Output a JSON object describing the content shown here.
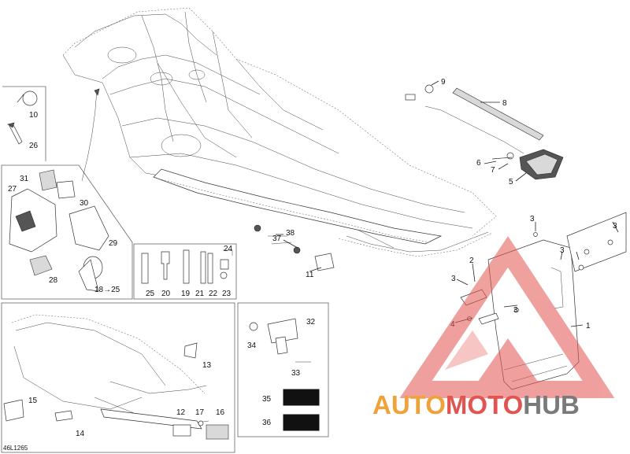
{
  "diagram": {
    "reference_code": "46L1265",
    "callouts": [
      {
        "id": "c1",
        "text": "1"
      },
      {
        "id": "c2",
        "text": "2"
      },
      {
        "id": "c3a",
        "text": "3"
      },
      {
        "id": "c3b",
        "text": "3"
      },
      {
        "id": "c3c",
        "text": "3"
      },
      {
        "id": "c3d",
        "text": "3"
      },
      {
        "id": "c3e",
        "text": "3"
      },
      {
        "id": "c4",
        "text": "4"
      },
      {
        "id": "c5",
        "text": "5"
      },
      {
        "id": "c6",
        "text": "6"
      },
      {
        "id": "c7",
        "text": "7"
      },
      {
        "id": "c8",
        "text": "8"
      },
      {
        "id": "c9",
        "text": "9"
      },
      {
        "id": "c10",
        "text": "10"
      },
      {
        "id": "c11",
        "text": "11"
      },
      {
        "id": "c12",
        "text": "12"
      },
      {
        "id": "c13",
        "text": "13"
      },
      {
        "id": "c14",
        "text": "14"
      },
      {
        "id": "c15",
        "text": "15"
      },
      {
        "id": "c16",
        "text": "16"
      },
      {
        "id": "c17",
        "text": "17"
      },
      {
        "id": "c18",
        "text": "18→25"
      },
      {
        "id": "c19",
        "text": "19"
      },
      {
        "id": "c20",
        "text": "20"
      },
      {
        "id": "c21",
        "text": "21"
      },
      {
        "id": "c22",
        "text": "22"
      },
      {
        "id": "c23",
        "text": "23"
      },
      {
        "id": "c24",
        "text": "24"
      },
      {
        "id": "c25",
        "text": "25"
      },
      {
        "id": "c26",
        "text": "26"
      },
      {
        "id": "c27",
        "text": "27"
      },
      {
        "id": "c28",
        "text": "28"
      },
      {
        "id": "c29",
        "text": "29"
      },
      {
        "id": "c30",
        "text": "30"
      },
      {
        "id": "c31",
        "text": "31"
      },
      {
        "id": "c32",
        "text": "32"
      },
      {
        "id": "c33",
        "text": "33"
      },
      {
        "id": "c34",
        "text": "34"
      },
      {
        "id": "c35",
        "text": "35"
      },
      {
        "id": "c36",
        "text": "36"
      },
      {
        "id": "c37",
        "text": "37"
      },
      {
        "id": "c38",
        "text": "38"
      }
    ]
  },
  "watermark": {
    "part1": "AUTO",
    "part2": "MOTO",
    "part3": "HUB",
    "color_primary": "#e2544f",
    "color_secondary": "#f0a23a",
    "color_gray": "#7a7a7a"
  }
}
